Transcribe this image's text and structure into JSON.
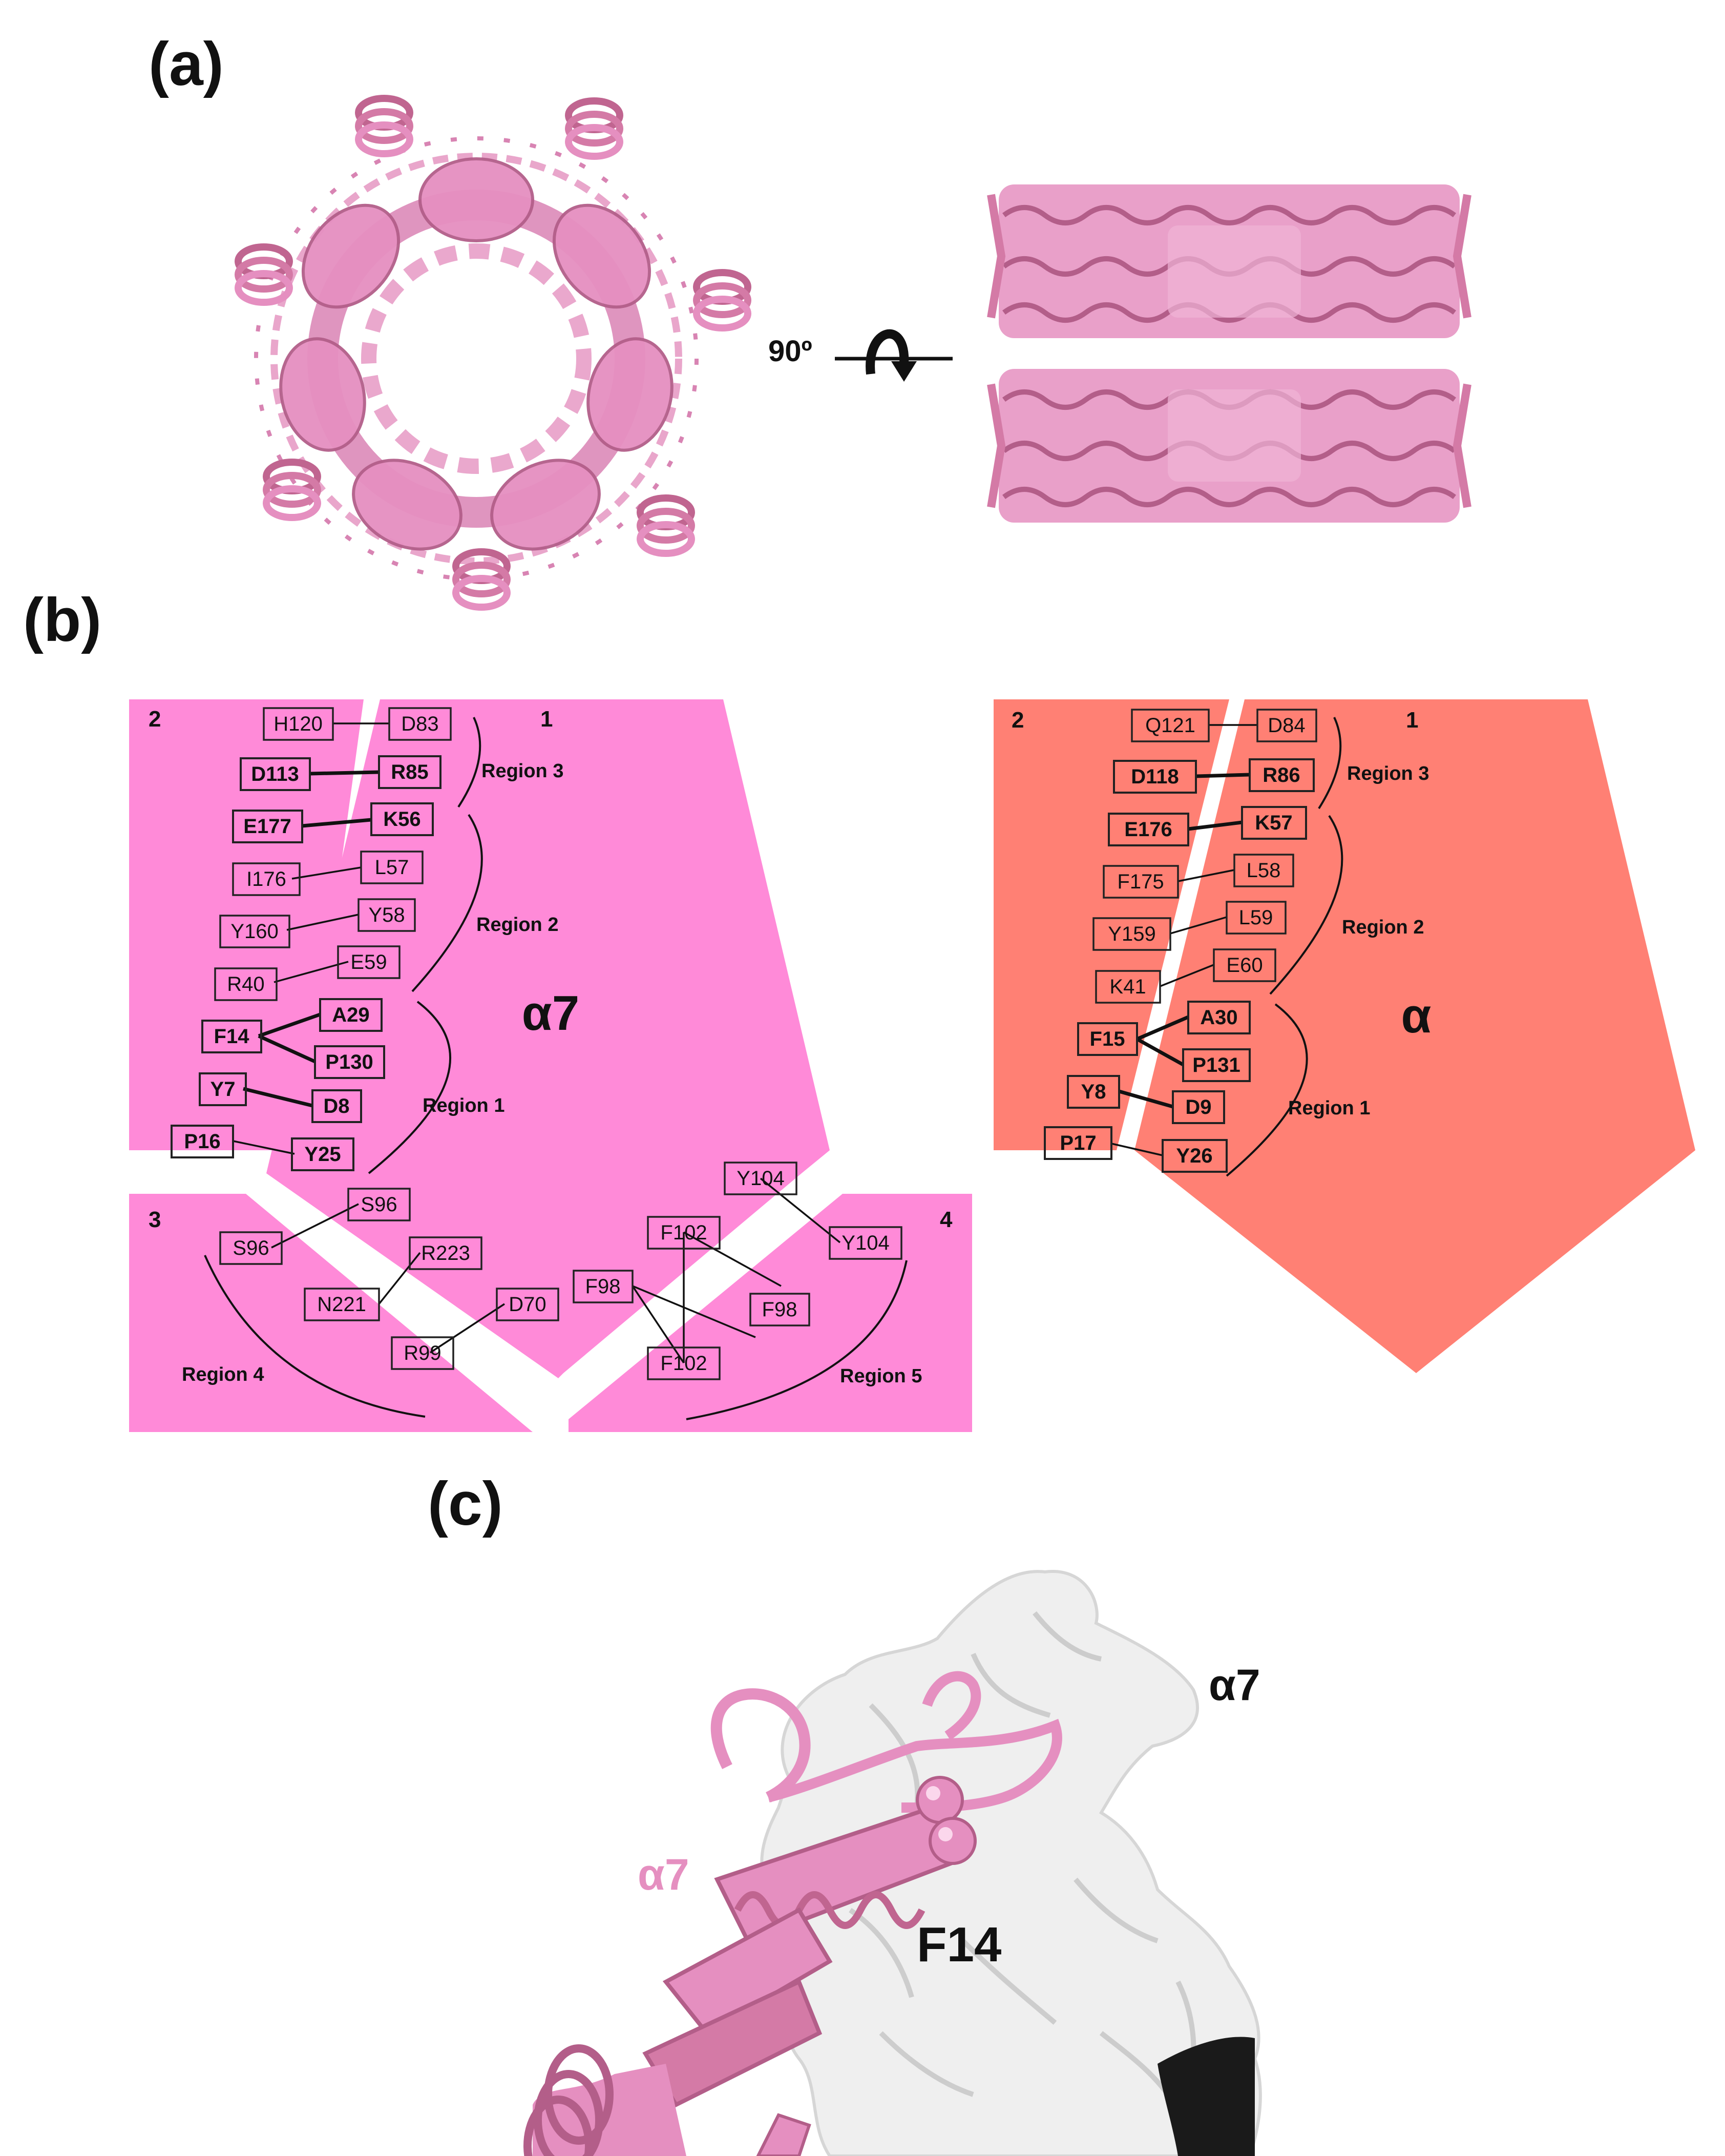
{
  "panels": {
    "a": {
      "label": "(a)",
      "rotation_label": "90º"
    },
    "b": {
      "label": "(b)"
    },
    "c": {
      "label": "(c)",
      "surface_label": "α7",
      "cartoon_label": "α7",
      "residue_label": "F14"
    }
  },
  "colors": {
    "alpha7_fill": "#ff8ad8",
    "alpha_fill": "#ff8074",
    "protein_pink": "#e58fc0",
    "surface_grey": "#efefef"
  },
  "alpha7_diagram": {
    "name": "α7",
    "subunits": [
      "1",
      "2",
      "3",
      "4"
    ],
    "regions": [
      "Region 1",
      "Region 2",
      "Region 3",
      "Region 4",
      "Region 5"
    ],
    "residues": {
      "H120": "H120",
      "D83": "D83",
      "D113": "D113",
      "R85": "R85",
      "E177": "E177",
      "K56": "K56",
      "I176": "I176",
      "L57": "L57",
      "Y160": "Y160",
      "Y58": "Y58",
      "R40": "R40",
      "E59": "E59",
      "A29": "A29",
      "F14": "F14",
      "P130": "P130",
      "Y7": "Y7",
      "D8": "D8",
      "P16": "P16",
      "Y25": "Y25",
      "S96a": "S96",
      "S96b": "S96",
      "R223": "R223",
      "N221": "N221",
      "D70": "D70",
      "R99": "R99",
      "Y104a": "Y104",
      "Y104b": "Y104",
      "F102a": "F102",
      "F102b": "F102",
      "F98a": "F98",
      "F98b": "F98"
    }
  },
  "alpha_diagram": {
    "name": "α",
    "subunits": [
      "1",
      "2"
    ],
    "regions": [
      "Region 1",
      "Region 2",
      "Region 3"
    ],
    "residues": {
      "Q121": "Q121",
      "D84": "D84",
      "D118": "D118",
      "R86": "R86",
      "E176": "E176",
      "K57": "K57",
      "F175": "F175",
      "L58": "L58",
      "Y159": "Y159",
      "L59": "L59",
      "K41": "K41",
      "E60": "E60",
      "A30": "A30",
      "F15": "F15",
      "P131": "P131",
      "Y8": "Y8",
      "D9": "D9",
      "P17": "P17",
      "Y26": "Y26"
    }
  }
}
